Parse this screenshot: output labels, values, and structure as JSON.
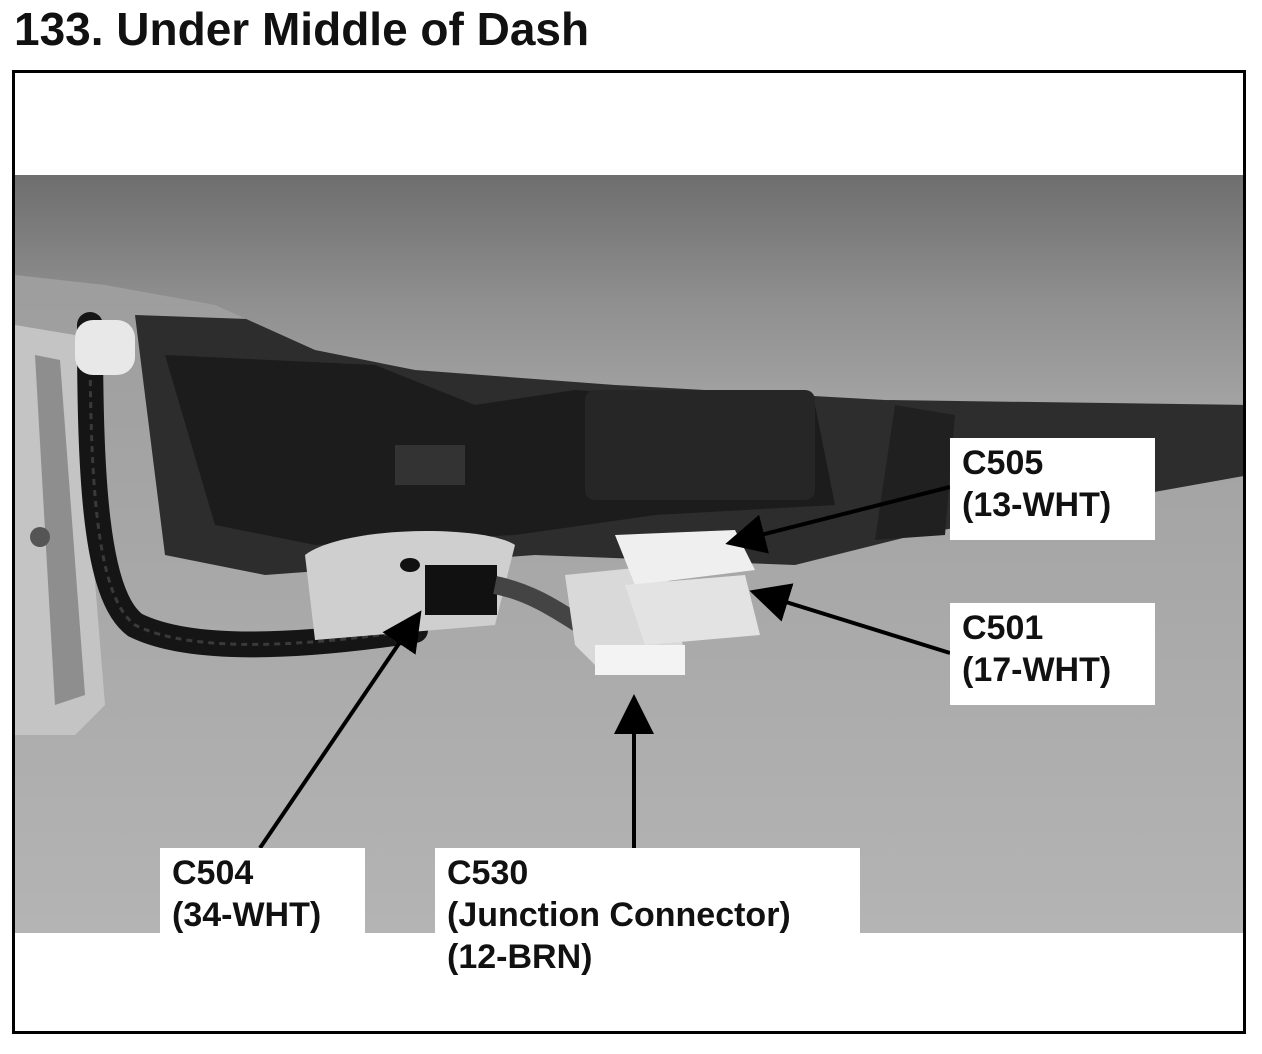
{
  "title": "133. Under Middle of Dash",
  "callouts": [
    {
      "id": "c505",
      "code": "C505",
      "detail": "(13-WHT)"
    },
    {
      "id": "c501",
      "code": "C501",
      "detail": "(17-WHT)"
    },
    {
      "id": "c504",
      "code": "C504",
      "detail": "(34-WHT)"
    },
    {
      "id": "c530",
      "code": "C530",
      "detail": "(Junction Connector)",
      "detail2": "(12-BRN)"
    }
  ]
}
